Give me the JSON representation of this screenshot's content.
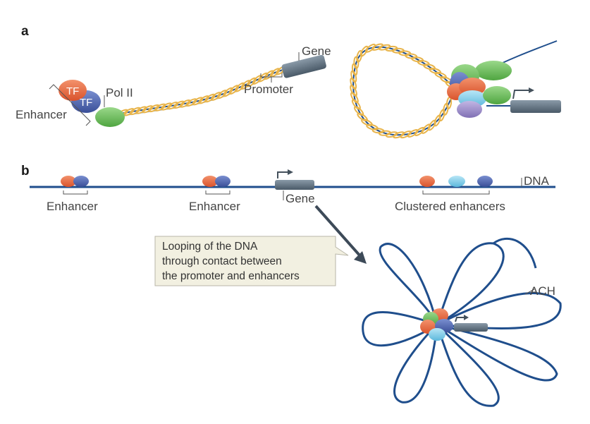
{
  "panel_a": {
    "label": "a",
    "labels": {
      "gene": "Gene",
      "promoter": "Promoter",
      "pol2": "Pol II",
      "enhancer": "Enhancer",
      "tf1": "TF",
      "tf2": "TF"
    }
  },
  "panel_b": {
    "label": "b",
    "labels": {
      "dna": "DNA",
      "enhancer1": "Enhancer",
      "enhancer2": "Enhancer",
      "gene": "Gene",
      "clustered": "Clustered enhancers",
      "ach": "ACH"
    },
    "callout": {
      "line1": "Looping of the DNA",
      "line2": "through contact between",
      "line3": "the promoter and enhancers"
    }
  },
  "colors": {
    "dna_blue": "#1f4e8c",
    "helix_yellow": "#e8b44a",
    "tf_orange": "#e7623c",
    "tf_blue": "#4a5fa8",
    "pol_green": "#6fbf5a",
    "light_blue": "#7ecbe8",
    "purple": "#9c8cc8",
    "gene_gray": "#5b6d7c",
    "callout_fill": "#f2f0e1"
  }
}
